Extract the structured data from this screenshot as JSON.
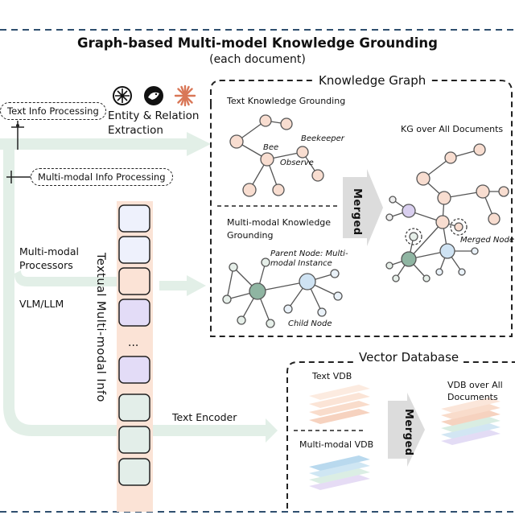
{
  "title": "Graph-based Multi-model Knowledge Grounding",
  "subtitle": "(each document)",
  "left": {
    "text_info_processing": "Text Info Processing",
    "entity_relation_line1": "Entity & Relation",
    "entity_relation_line2": "Extraction",
    "multimodal_info_processing": "Multi-modal Info Processing",
    "multimodal_processors_line1": "Multi-modal",
    "multimodal_processors_line2": "Processors",
    "vlm_llm": "VLM/LLM",
    "textual_multimodal_info": "Textual Multi-modal Info",
    "ellipsis": "...",
    "text_encoder": "Text Encoder"
  },
  "knowledge_graph": {
    "label": "Knowledge Graph",
    "text_grounding": "Text Knowledge Grounding",
    "bee": "Bee",
    "beekeeper": "Beekeeper",
    "observe": "Observe",
    "mm_grounding_line1": "Multi-modal Knowledge",
    "mm_grounding_line2": "Grounding",
    "parent_node_line1": "Parent Node: Multi-",
    "parent_node_line2": "modal Instance",
    "child_node": "Child Node",
    "merged": "Merged",
    "kg_all": "KG over All Documents",
    "merged_node": "Merged Node"
  },
  "vector_db": {
    "label": "Vector Database",
    "text_vdb": "Text VDB",
    "mm_vdb": "Multi-modal VDB",
    "merged": "Merged",
    "vdb_all_line1": "VDB over All",
    "vdb_all_line2": "Documents"
  },
  "icons": [
    "openai-logo-icon",
    "deepseek-whale-icon",
    "claude-spark-icon"
  ],
  "colors": {
    "text_node": "#f8ddd0",
    "mm_node_green": "#8fb5a2",
    "mm_node_blue": "#cfe3f3",
    "purple_node": "#d9cfef",
    "arrow_green": "#e2efe7",
    "token_blue": "#eef1fc",
    "token_orange": "#fbe3d6",
    "token_purple": "#e3dcf7",
    "token_green": "#e3eee9"
  }
}
